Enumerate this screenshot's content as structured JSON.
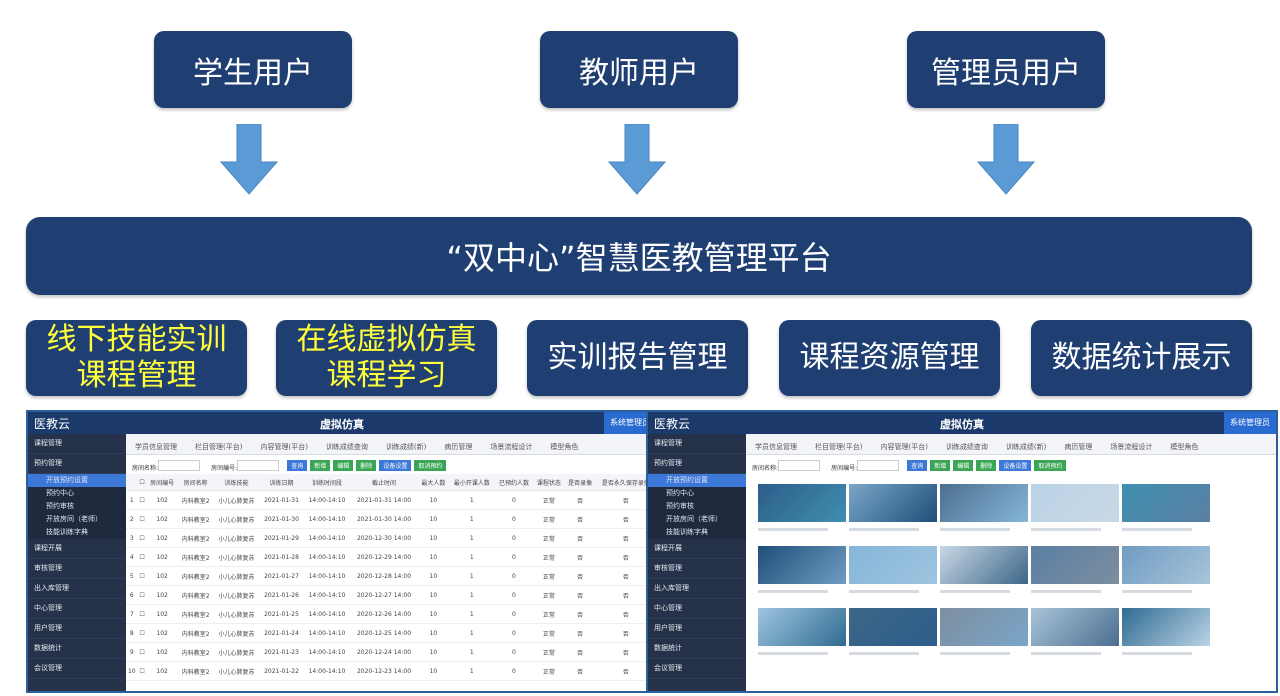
{
  "users": [
    "学生用户",
    "教师用户",
    "管理员用户"
  ],
  "platform": "“双中心”智慧医教管理平台",
  "modules": [
    {
      "line1": "线下技能实训",
      "line2": "课程管理",
      "highlight": true
    },
    {
      "line1": "在线虚拟仿真",
      "line2": "课程学习",
      "highlight": true
    },
    {
      "line1": "实训报告管理",
      "line2": "",
      "highlight": false
    },
    {
      "line1": "课程资源管理",
      "line2": "",
      "highlight": false
    },
    {
      "line1": "数据统计展示",
      "line2": "",
      "highlight": false
    }
  ],
  "colors": {
    "box": "#1f3f73",
    "arrow": "#5b9bd5",
    "highlight": "#ffff3c"
  },
  "screens": {
    "logo": "医教云",
    "title": "虚拟仿真",
    "admin": "系统管理员",
    "tabs": [
      "学员信息管理",
      "栏目管理(平台)",
      "内容管理(平台)",
      "训练成绩查询",
      "训练成绩(新)",
      "病历管理",
      "场景流程设计",
      "模型角色"
    ],
    "sidebar": [
      "课程管理",
      "预约管理",
      "课程开展",
      "审核管理",
      "出入库管理",
      "中心管理",
      "用户管理",
      "数据统计",
      "会议管理"
    ],
    "subitems": [
      "开放预约设置",
      "预约中心",
      "预约审核",
      "开放房间（老师）",
      "技能训练字典"
    ],
    "toolbar": {
      "room_name": "房间名称:",
      "room_no": "房间编号:",
      "buttons": [
        "查询",
        "新增",
        "编辑",
        "删除",
        "设备设置",
        "取消预约"
      ]
    },
    "columns": [
      "房间编号",
      "房间名称",
      "训练技能",
      "训练日期",
      "训练时间段",
      "截止时间",
      "最大人数",
      "最小开课人数",
      "已预约人数",
      "课程状态",
      "是否录像",
      "是否永久保存录像"
    ],
    "rows": [
      [
        "1",
        "102",
        "内科教室2",
        "小儿心肺复苏",
        "2021-01-31",
        "14:00-14:10",
        "2021-01-31 14:00",
        "10",
        "1",
        "0",
        "正常",
        "否",
        "否"
      ],
      [
        "2",
        "102",
        "内科教室2",
        "小儿心肺复苏",
        "2021-01-30",
        "14:00-14:10",
        "2021-01-30 14:00",
        "10",
        "1",
        "0",
        "正常",
        "否",
        "否"
      ],
      [
        "3",
        "102",
        "内科教室2",
        "小儿心肺复苏",
        "2021-01-29",
        "14:00-14:10",
        "2020-12-30 14:00",
        "10",
        "1",
        "0",
        "正常",
        "否",
        "否"
      ],
      [
        "4",
        "102",
        "内科教室2",
        "小儿心肺复苏",
        "2021-01-28",
        "14:00-14:10",
        "2020-12-29 14:00",
        "10",
        "1",
        "0",
        "正常",
        "否",
        "否"
      ],
      [
        "5",
        "102",
        "内科教室2",
        "小儿心肺复苏",
        "2021-01-27",
        "14:00-14:10",
        "2020-12-28 14:00",
        "10",
        "1",
        "0",
        "正常",
        "否",
        "否"
      ],
      [
        "6",
        "102",
        "内科教室2",
        "小儿心肺复苏",
        "2021-01-26",
        "14:00-14:10",
        "2020-12-27 14:00",
        "10",
        "1",
        "0",
        "正常",
        "否",
        "否"
      ],
      [
        "7",
        "102",
        "内科教室2",
        "小儿心肺复苏",
        "2021-01-25",
        "14:00-14:10",
        "2020-12-26 14:00",
        "10",
        "1",
        "0",
        "正常",
        "否",
        "否"
      ],
      [
        "8",
        "102",
        "内科教室2",
        "小儿心肺复苏",
        "2021-01-24",
        "14:00-14:10",
        "2020-12-25 14:00",
        "10",
        "1",
        "0",
        "正常",
        "否",
        "否"
      ],
      [
        "9",
        "102",
        "内科教室2",
        "小儿心肺复苏",
        "2021-01-23",
        "14:00-14:10",
        "2020-12-24 14:00",
        "10",
        "1",
        "0",
        "正常",
        "否",
        "否"
      ],
      [
        "10",
        "102",
        "内科教室2",
        "小儿心肺复苏",
        "2021-01-22",
        "14:00-14:10",
        "2020-12-23 14:00",
        "10",
        "1",
        "0",
        "正常",
        "否",
        "否"
      ]
    ]
  }
}
